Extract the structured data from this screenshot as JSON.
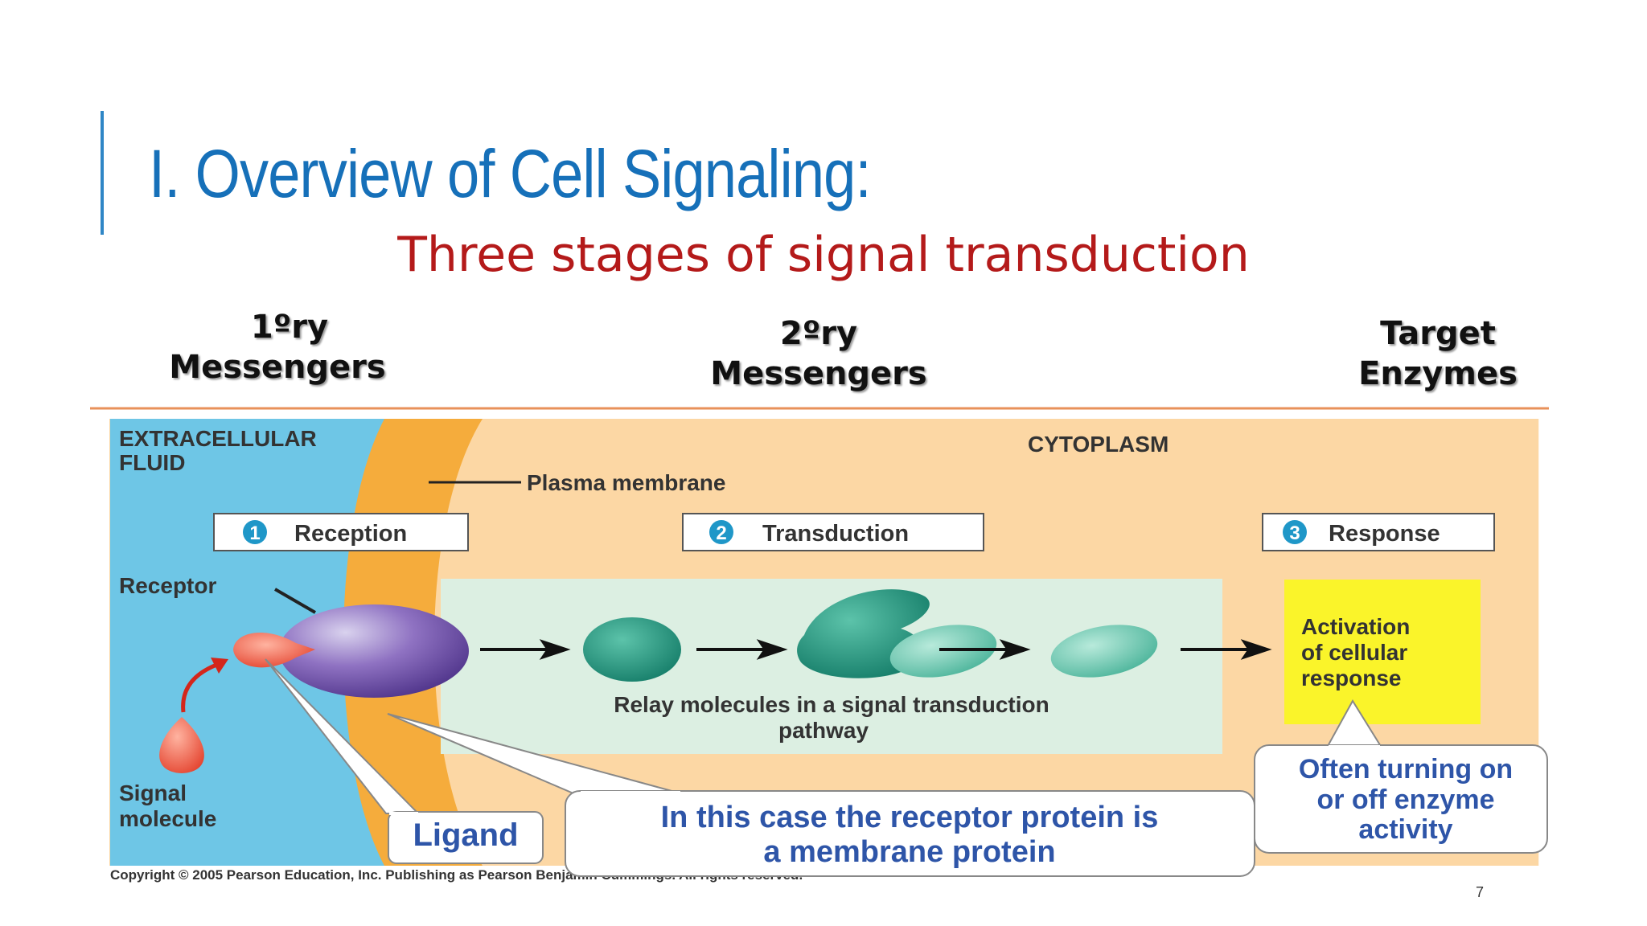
{
  "slide": {
    "title": "I. Overview of Cell Signaling:",
    "subtitle": "Three stages of signal transduction",
    "page_number": "7"
  },
  "messengers": {
    "primary_1": "1ºry",
    "primary_2": "Messengers",
    "secondary_1": "2ºry",
    "secondary_2": "Messengers",
    "target_1": "Target",
    "target_2": "Enzymes"
  },
  "diagram": {
    "extracellular_1": "EXTRACELLULAR",
    "extracellular_2": "FLUID",
    "cytoplasm": "CYTOPLASM",
    "plasma_membrane": "Plasma membrane",
    "stages": [
      {
        "number": "1",
        "label": "Reception"
      },
      {
        "number": "2",
        "label": "Transduction"
      },
      {
        "number": "3",
        "label": "Response"
      }
    ],
    "receptor": "Receptor",
    "signal_molecule_1": "Signal",
    "signal_molecule_2": "molecule",
    "relay_1": "Relay molecules in a signal transduction",
    "relay_2": "pathway",
    "activation_1": "Activation",
    "activation_2": "of cellular",
    "activation_3": "response",
    "copyright": "Copyright © 2005 Pearson Education, Inc. Publishing as Pearson Benjamin Cummings. All rights reserved."
  },
  "callouts": {
    "ligand": "Ligand",
    "receptor_note_1": "In this case the receptor protein is",
    "receptor_note_2": "a membrane protein",
    "enzyme_note_1": "Often turning on",
    "enzyme_note_2": "or off enzyme",
    "enzyme_note_3": "activity"
  },
  "colors": {
    "title": "#1670b9",
    "subtitle": "#b41a1a",
    "extracellular": "#6ec6e6",
    "membrane": "#f5ac3c",
    "cytoplasm": "#fcd7a4",
    "relay_box": "#dcefe2",
    "activation_box": "#faf42a",
    "callout_text": "#2e55a8"
  }
}
